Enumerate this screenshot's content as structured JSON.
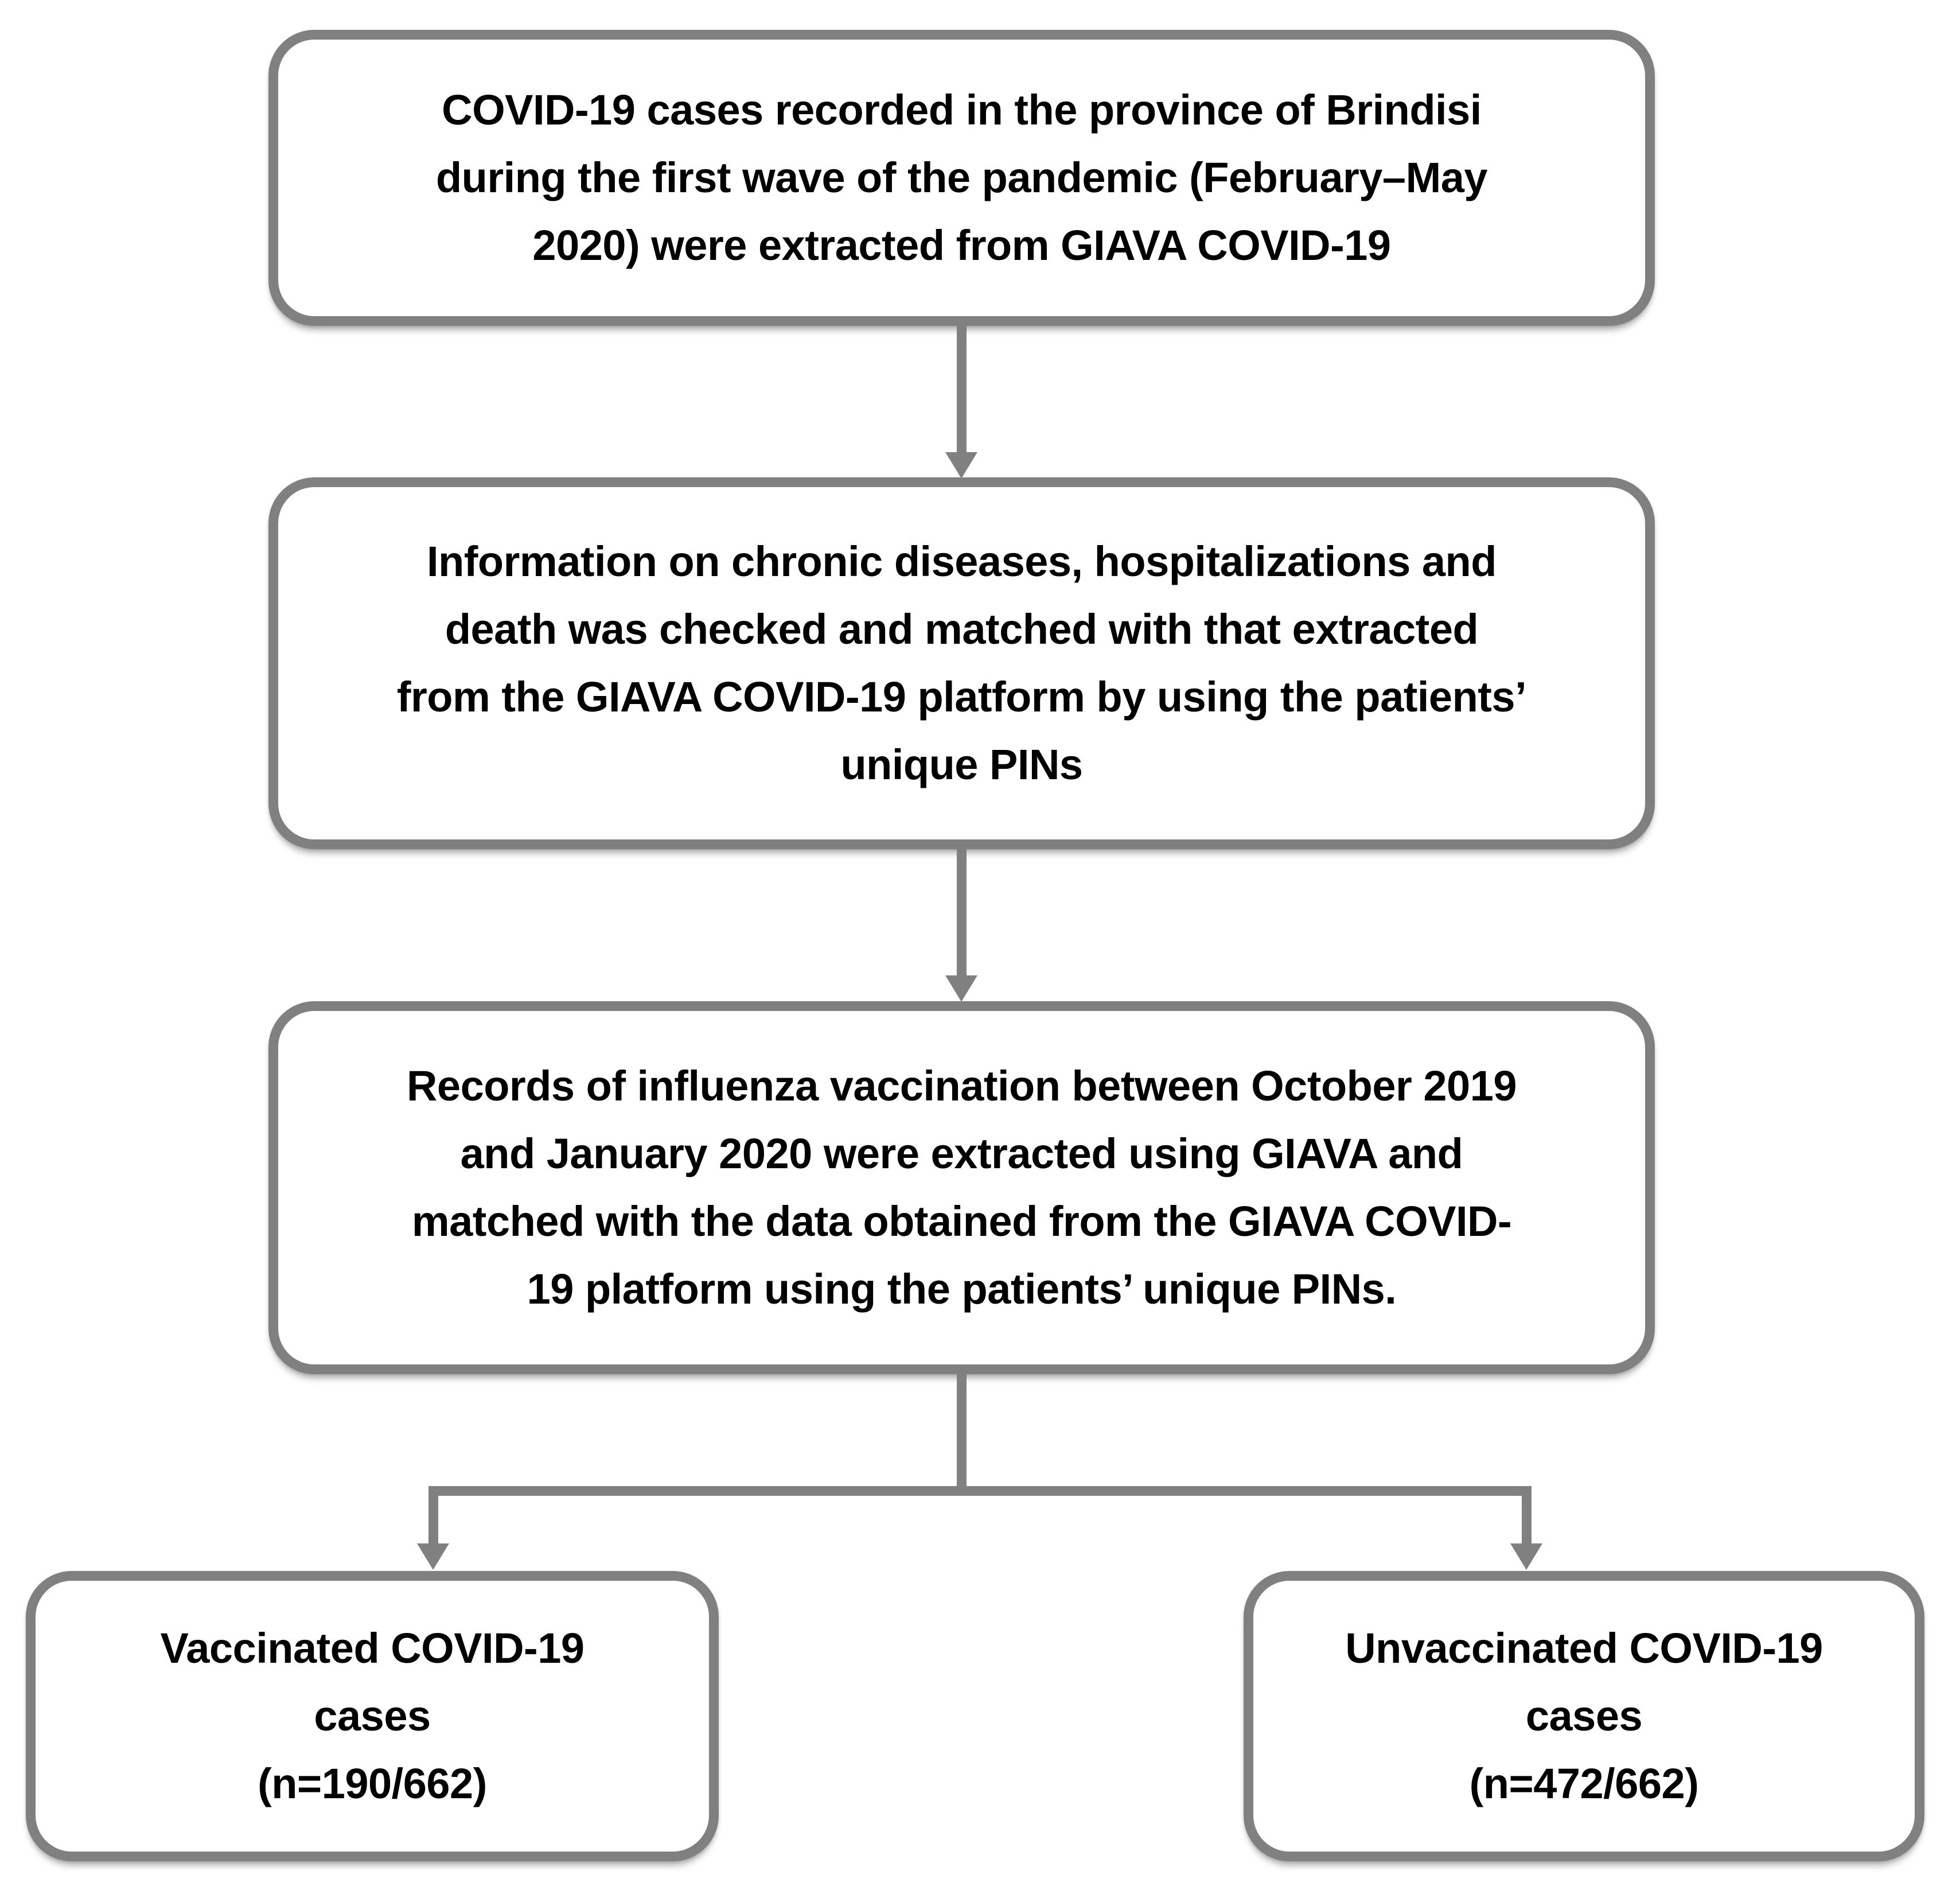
{
  "flowchart": {
    "colors": {
      "box_border": "#808080",
      "arrow": "#808080",
      "text": "#000000",
      "background": "#ffffff"
    },
    "steps": {
      "step1": {
        "lines": [
          "COVID-19 cases recorded in the province of Brindisi",
          "during the first wave of the pandemic (February–May",
          "2020) were extracted from GIAVA COVID-19"
        ]
      },
      "step2": {
        "lines": [
          "Information on chronic diseases, hospitalizations and",
          "death was checked and matched with that extracted",
          "from the GIAVA COVID-19 platform by using the patients’",
          "unique PINs"
        ]
      },
      "step3": {
        "lines": [
          "Records of influenza vaccination between October 2019",
          "and January 2020 were extracted using GIAVA and",
          "matched with the data obtained from the GIAVA COVID-",
          "19 platform using the patients’ unique PINs."
        ]
      },
      "vaccinated": {
        "lines": [
          "Vaccinated COVID-19",
          "cases",
          "(n=190/662)"
        ]
      },
      "unvaccinated": {
        "lines": [
          "Unvaccinated COVID-19",
          "cases",
          "(n=472/662)"
        ]
      }
    }
  }
}
